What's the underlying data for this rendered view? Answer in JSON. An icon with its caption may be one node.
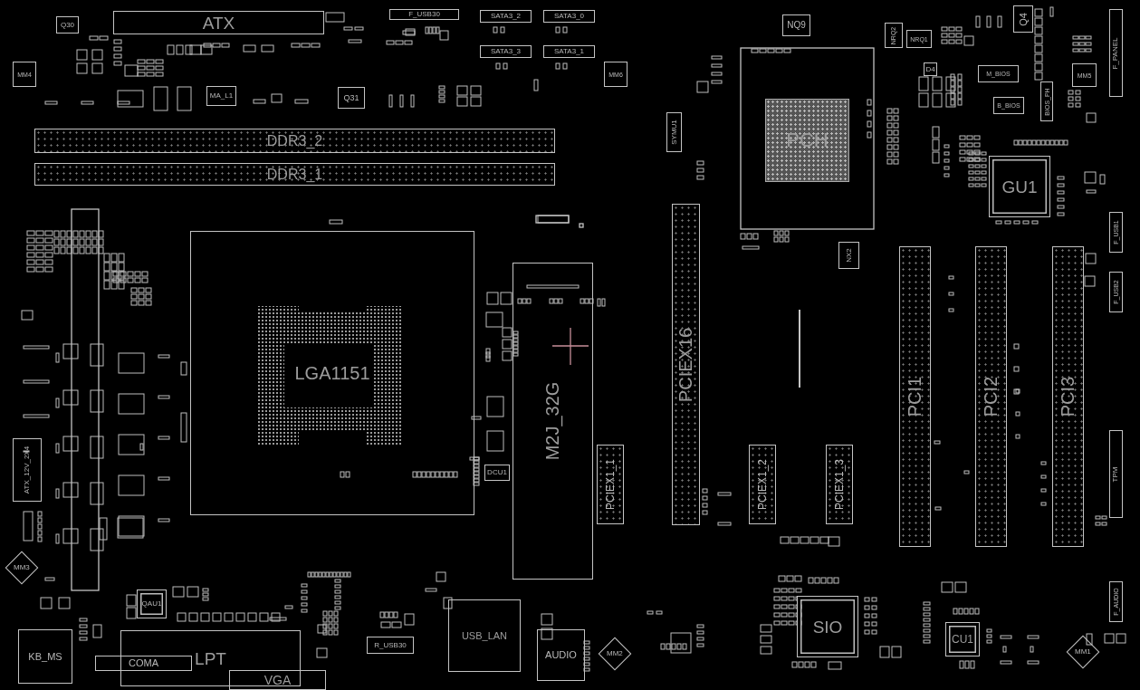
{
  "diagram": {
    "nodes": [
      {
        "text": [
          "Q30"
        ]
      },
      {
        "text": [
          "ATX"
        ]
      },
      {
        "text": [
          "F_USB30"
        ]
      },
      {
        "text": [
          "SATA3_2"
        ]
      },
      {
        "text": [
          "SATA3_0"
        ]
      },
      {
        "text": [
          "NQ9"
        ]
      },
      {
        "text": [
          "NRQ2"
        ]
      },
      {
        "text": [
          "NRQ1"
        ]
      },
      {
        "text": [
          "Q4"
        ]
      },
      {
        "text": [
          "F_PANEL"
        ]
      },
      {
        "text": [
          "SATA3_3"
        ]
      },
      {
        "text": [
          "SATA3_1"
        ]
      },
      {
        "text": [
          "MM4"
        ]
      },
      {
        "text": [
          "MM6"
        ]
      },
      {
        "text": [
          "M_BIOS"
        ]
      },
      {
        "text": [
          "MM5"
        ]
      },
      {
        "text": [
          "D4"
        ]
      },
      {
        "text": [
          "Q31"
        ]
      },
      {
        "text": [
          "MA_L1"
        ]
      },
      {
        "text": [
          "BIOS_PH"
        ]
      },
      {
        "text": [
          "B_BIOS"
        ]
      },
      {
        "text": [
          "SYMU1"
        ]
      },
      {
        "text": [
          "DDR3_2"
        ]
      },
      {
        "text": [
          "PCH"
        ]
      },
      {
        "text": [
          "DDR3_1"
        ]
      },
      {
        "text": [
          "GU1"
        ]
      },
      {
        "text": [
          "F_USB1"
        ]
      },
      {
        "text": [
          "PCIEX16"
        ]
      },
      {
        "text": [
          "LGA1151"
        ]
      },
      {
        "text": [
          "NX2"
        ]
      },
      {
        "text": [
          "PCI1"
        ]
      },
      {
        "text": [
          "PCI2"
        ]
      },
      {
        "text": [
          "PCI3"
        ]
      },
      {
        "text": [
          "M2J_32G"
        ]
      },
      {
        "text": [
          "F_USB2"
        ]
      },
      {
        "text": [
          "ATX_12V_2X4"
        ]
      },
      {
        "text": [
          "PCIEX1_1"
        ]
      },
      {
        "text": [
          "PCIEX1_2"
        ]
      },
      {
        "text": [
          "PCIEX1_3"
        ]
      },
      {
        "text": [
          "DCU1"
        ]
      },
      {
        "text": [
          "TPM"
        ]
      },
      {
        "text": [
          "MM3"
        ]
      },
      {
        "text": [
          "QAU1"
        ]
      },
      {
        "text": [
          "SIO"
        ]
      },
      {
        "text": [
          "USB_LAN"
        ]
      },
      {
        "text": [
          "F_AUDIO"
        ]
      },
      {
        "text": [
          "CU1"
        ]
      },
      {
        "text": [
          "KB_MS"
        ]
      },
      {
        "text": [
          "LPT"
        ]
      },
      {
        "text": [
          "R_USB30"
        ]
      },
      {
        "text": [
          "AUDIO"
        ]
      },
      {
        "text": [
          "MM2"
        ]
      },
      {
        "text": [
          "MM1"
        ]
      },
      {
        "text": [
          "COMA"
        ]
      },
      {
        "text": [
          "VGA"
        ]
      }
    ]
  }
}
